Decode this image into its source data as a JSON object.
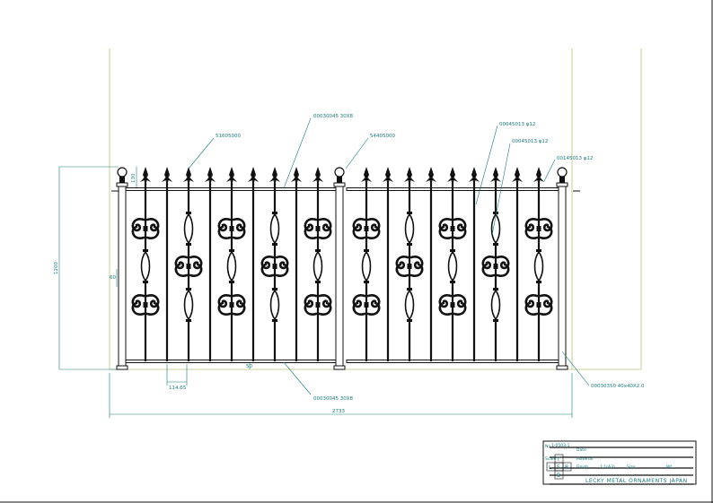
{
  "callouts": {
    "top_rail": "00030045 30X8",
    "finial_spear": "51605000",
    "post_cap": "54405000",
    "bar_1": "00045013 φ12",
    "bar_2": "00045013 φ12",
    "bar_3": "00145013 φ12",
    "bottom_rail": "00030045 30X8",
    "post": "00030350 40x40X2.0"
  },
  "dimensions": {
    "overall_width": "2733",
    "overall_height": "1200",
    "spear_height": "130",
    "bar_pitch": "114.65",
    "gap_60": "60",
    "gap_50": "50"
  },
  "title_block": {
    "drawing_no": "1-0503-1",
    "drawing_no_label": "No",
    "scale_label": "Scale",
    "material_label": "Material",
    "finish_label": "Finish",
    "projection_top": "T",
    "projection_left": "L",
    "projection_front": "F",
    "projection_right": "R",
    "projection_bottom": "B",
    "scale_value": "1:1(A3)",
    "date_label": "Date",
    "size_label": "Size",
    "weight_label": "Wt.",
    "company": "LECKY METAL ORNAMENTS JAPAN"
  },
  "colors": {
    "line": "#111111",
    "annotation": "#1a7a7a",
    "guide": "#b8c07a"
  }
}
